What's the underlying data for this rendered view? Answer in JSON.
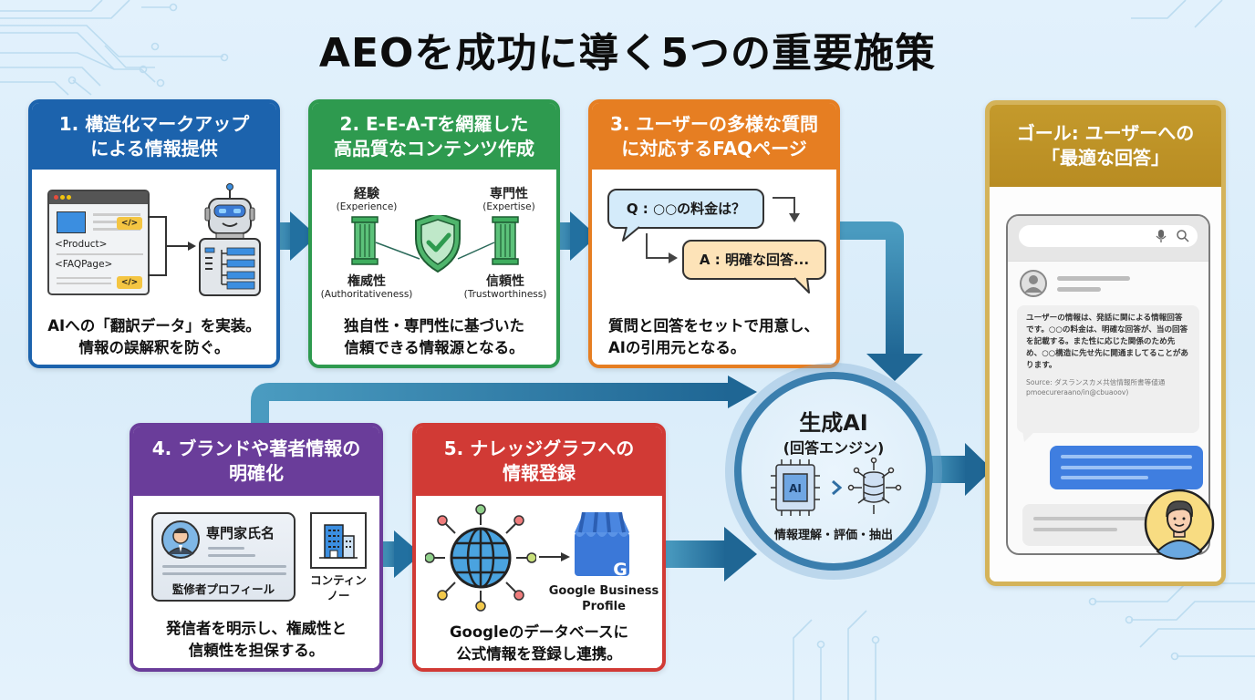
{
  "title": "AEOを成功に導く5つの重要施策",
  "colors": {
    "step1": "#1c63ad",
    "step2": "#2e9a4f",
    "step3": "#e67e22",
    "step4": "#6a3d9a",
    "step5": "#d13a35",
    "goal": "#c49a2c",
    "flow_arrow": "#2f7fae"
  },
  "steps": [
    {
      "title_line1": "1. 構造化マークアップ",
      "title_line2": "による情報提供",
      "code_tags": [
        "</>",
        "</>"
      ],
      "markup_labels": [
        "<Product>",
        "<FAQPage>"
      ],
      "icons": [
        "browser-window-icon",
        "robot-icon"
      ],
      "desc_line1": "AIへの「翻訳データ」を実装。",
      "desc_line2": "情報の誤解釈を防ぐ。"
    },
    {
      "title_line1": "2. E-E-A-Tを網羅した",
      "title_line2": "高品質なコンテンツ作成",
      "pillars": [
        {
          "ja": "経験",
          "en": "(Experience)"
        },
        {
          "ja": "専門性",
          "en": "(Expertise)"
        },
        {
          "ja": "権威性",
          "en": "(Authoritativeness)"
        },
        {
          "ja": "信頼性",
          "en": "(Trustworthiness)"
        }
      ],
      "icons": [
        "pillar-icon",
        "shield-check-icon"
      ],
      "desc_line1": "独自性・専門性に基づいた",
      "desc_line2": "信頼できる情報源となる。"
    },
    {
      "title_line1": "3. ユーザーの多様な質問",
      "title_line2": "に対応するFAQページ",
      "question": "Q : ○○の料金は？",
      "answer": "A : 明確な回答...",
      "desc_line1": "質問と回答をセットで用意し、",
      "desc_line2": "AIの引用元となる。"
    },
    {
      "title_line1": "4. ブランドや著者情報の",
      "title_line2": "明確化",
      "profile_name": "専門家氏名",
      "profile_caption": "監修者プロフィール",
      "company_label_line1": "コンティン",
      "company_label_line2": "ノー",
      "icons": [
        "profile-card-icon",
        "building-icon"
      ],
      "desc_line1": "発信者を明示し、権威性と",
      "desc_line2": "信頼性を担保する。"
    },
    {
      "title_line1": "5. ナレッジグラフへの",
      "title_line2": "情報登録",
      "gbp_line1": "Google Business",
      "gbp_line2": "Profile",
      "gbp_letter": "G",
      "icons": [
        "globe-network-icon",
        "google-store-icon"
      ],
      "desc_line1": "Googleのデータベースに",
      "desc_line2": "公式情報を登録し連携。"
    }
  ],
  "engine": {
    "title": "生成AI",
    "subtitle": "(回答エンジン)",
    "chip_label": "AI",
    "caption": "情報理解・評価・抽出"
  },
  "goal": {
    "title_line1": "ゴール: ユーザーへの",
    "title_line2": "「最適な回答」",
    "answer_text": "ユーザーの情報は、発話に関による情報回答です。○○の料金は、明確な回答が、当の回答を記載する。また性に応じた関係のため先め、○○構造に先せ先に開通ましてることがあります。",
    "source_label": "Source:",
    "source_text": "ダスランスカメ共信情報所書等値通 pmoecureraano/in@cbuaoov)"
  }
}
